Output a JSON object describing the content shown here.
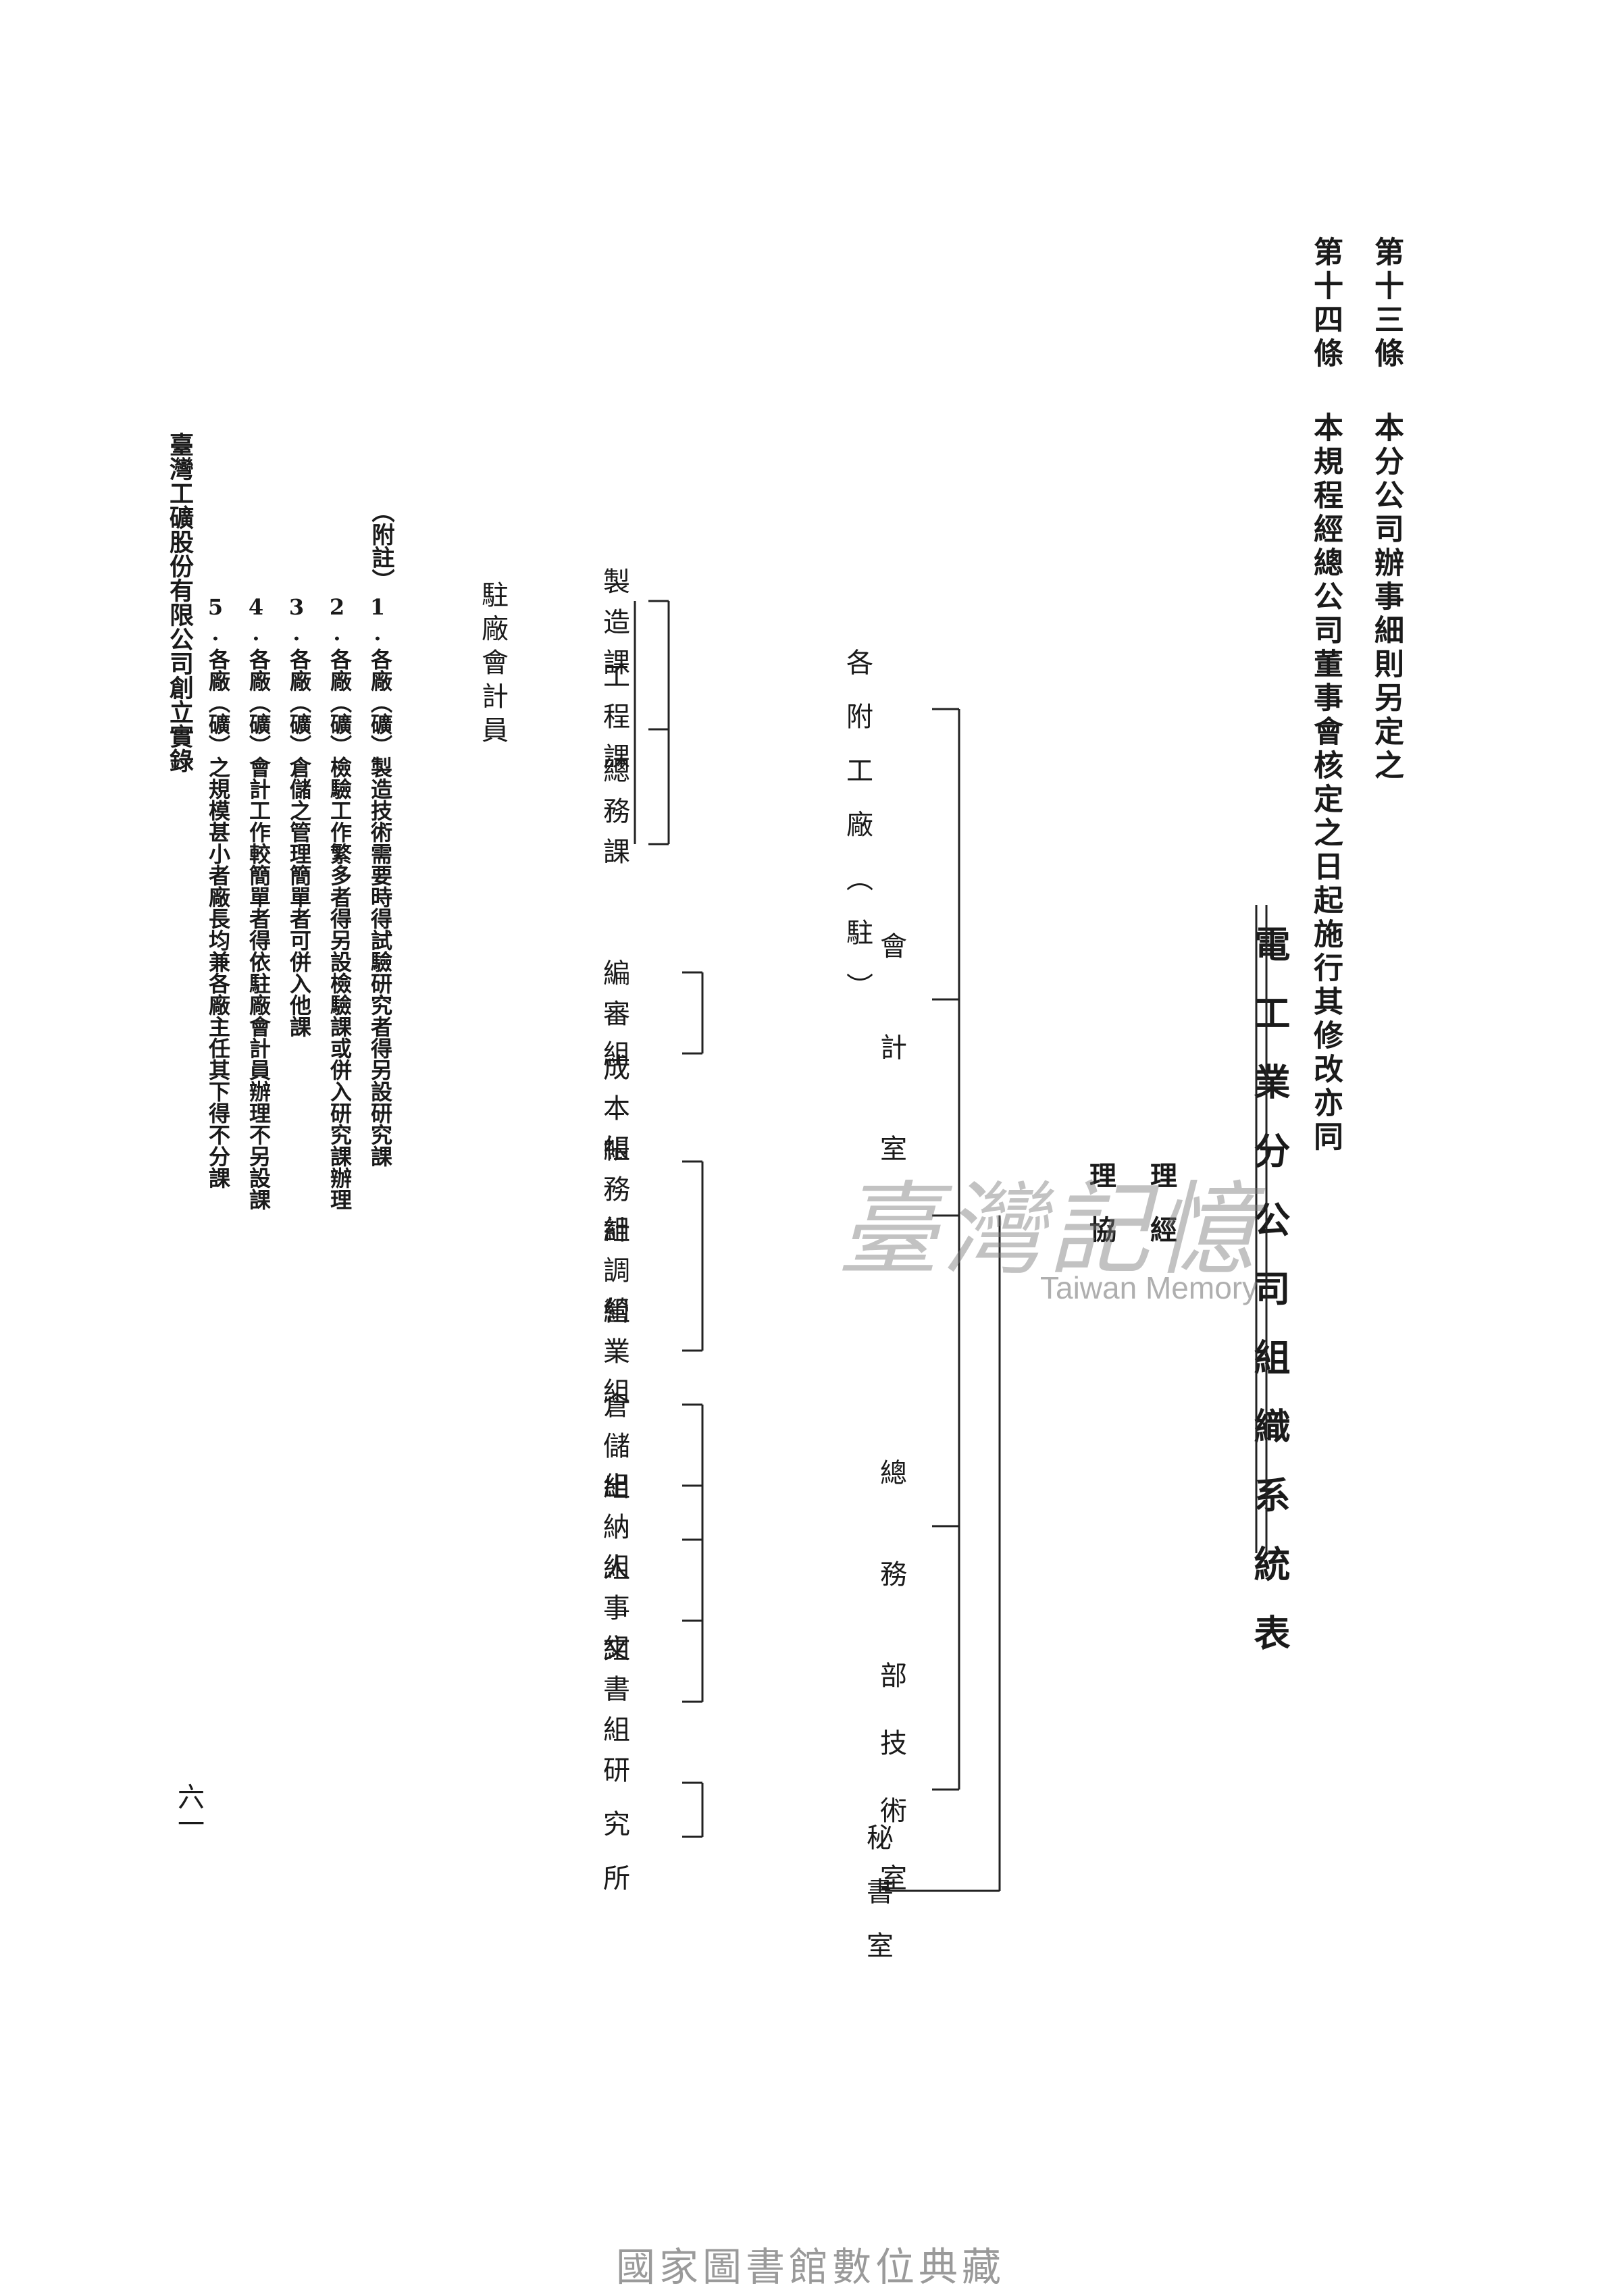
{
  "article13": {
    "label": "第十三條",
    "text": "本分公司辦事細則另定之"
  },
  "article14": {
    "label": "第十四條",
    "text": "本規程經總公司董事會核定之日起施行其修改亦同"
  },
  "chart": {
    "title": "電工業分公司組織系統表",
    "manager": "理經",
    "assistant_manager": "理協",
    "secretary": "秘書室",
    "departments": {
      "technical": "技術室",
      "general_affairs": "總務部",
      "accounting": "會計室",
      "factories": "各附工廠（駐）"
    },
    "units": {
      "research": "研究所",
      "document": "文書組",
      "personnel": "人事組",
      "cashier": "出納組",
      "warehouse": "倉儲組",
      "business": "營業組",
      "accounting": "計調組",
      "account": "帳務組",
      "cost": "成本組",
      "budget": "編審組",
      "general": "總務課",
      "engineering": "工程課",
      "manufacture": "製造課",
      "resident": "駐廠會計員"
    }
  },
  "notes": {
    "label": "（附註）",
    "items": [
      {
        "num": "1.",
        "text": "各廠（礦）製造技術需要時得試驗研究者得另設研究課"
      },
      {
        "num": "2.",
        "text": "各廠（礦）檢驗工作繁多者得另設檢驗課或併入研究課辦理"
      },
      {
        "num": "3.",
        "text": "各廠（礦）倉儲之管理簡單者可併入他課"
      },
      {
        "num": "4.",
        "text": "各廠（礦）會計工作較簡單者得依駐廠會計員辦理不另設課"
      },
      {
        "num": "5.",
        "text": "各廠（礦）之規模甚小者廠長均兼各廠主任其下得不分課"
      }
    ]
  },
  "source": "臺灣工礦股份有限公司創立實錄",
  "page_number": "六一",
  "watermark": {
    "cjk": "臺灣記憶",
    "en": "Taiwan Memory"
  },
  "footer": "國家圖書館數位典藏"
}
